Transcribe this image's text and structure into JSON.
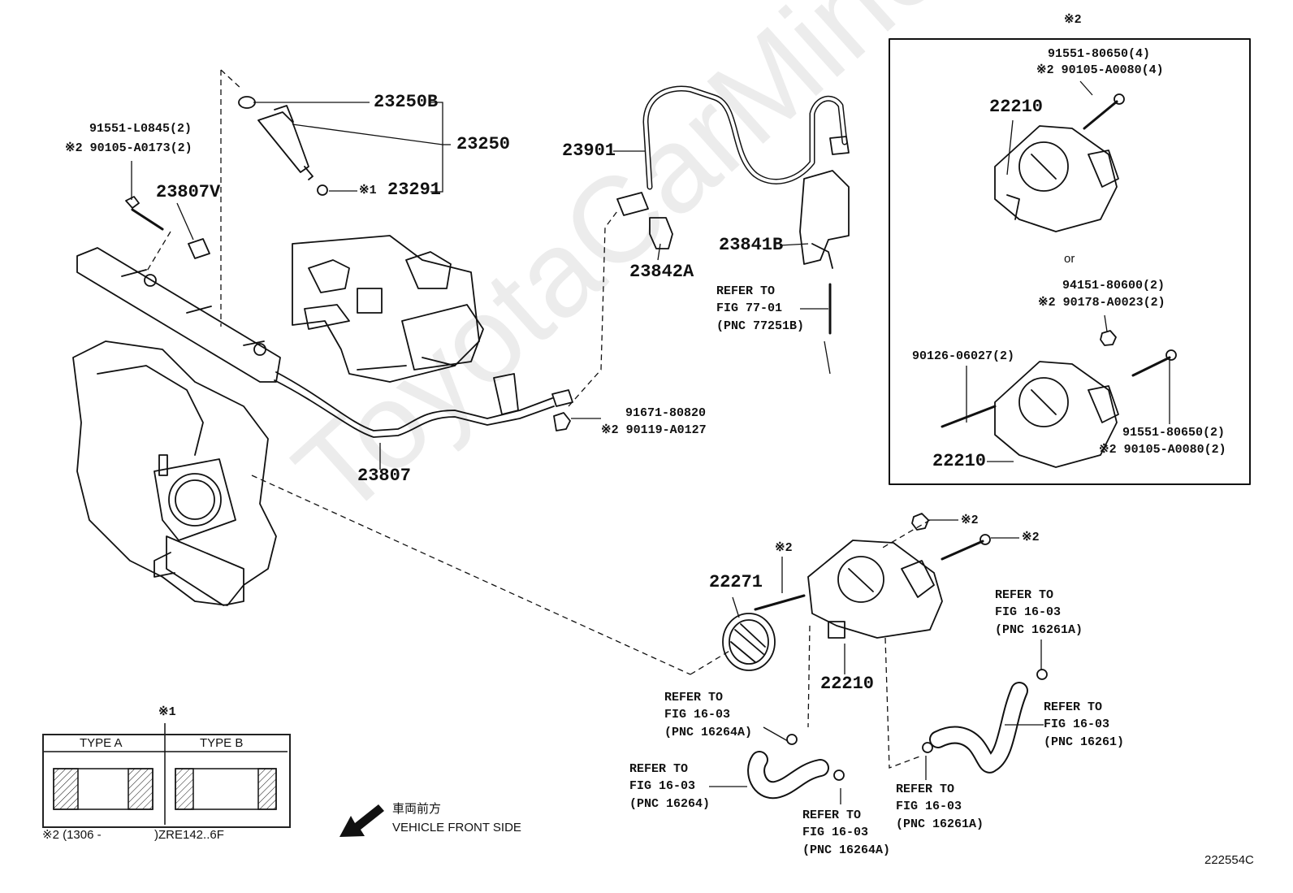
{
  "watermark": "ToyotaCarMine.ru",
  "parts": {
    "p23250B": "23250B",
    "p23250": "23250",
    "p23291": "23291",
    "p23291_mark": "※1",
    "p23901": "23901",
    "p23842A": "23842A",
    "p23841B": "23841B",
    "p23807V": "23807V",
    "p23807": "23807",
    "p22271": "22271",
    "p22271_mark": "※2",
    "p22210_main": "22210",
    "p22210_box_top": "22210",
    "p22210_box_bottom": "22210",
    "bolt_top_a": "91551-L0845(2)",
    "bolt_top_b": "※2 90105-A0173(2)",
    "bolt_clip_a": "91671-80820",
    "bolt_clip_b": "※2 90119-A0127",
    "nut_mark": "※2",
    "bolt_mark": "※2"
  },
  "box": {
    "top_mark": "※2",
    "upper_a": "91551-80650(4)",
    "upper_b": "※2 90105-A0080(4)",
    "or_text": "or",
    "nut_a": "94151-80600(2)",
    "nut_b": "※2 90178-A0023(2)",
    "stud": "90126-06027(2)",
    "lower_a": "91551-80650(2)",
    "lower_b": "※2 90105-A0080(2)"
  },
  "refs": {
    "r77": [
      "REFER TO",
      "FIG 77-01",
      "(PNC 77251B)"
    ],
    "r16261A_top": [
      "REFER TO",
      "FIG 16-03",
      "(PNC 16261A)"
    ],
    "r16264A_top": [
      "REFER TO",
      "FIG 16-03",
      "(PNC 16264A)"
    ],
    "r16261": [
      "REFER TO",
      "FIG 16-03",
      "(PNC 16261)"
    ],
    "r16264": [
      "REFER TO",
      "FIG 16-03",
      "(PNC 16264)"
    ],
    "r16264A_bot": [
      "REFER TO",
      "FIG 16-03",
      "(PNC 16264A)"
    ],
    "r16261A_bot": [
      "REFER TO",
      "FIG 16-03",
      "(PNC 16261A)"
    ]
  },
  "legend": {
    "mark": "※1",
    "type_a": "TYPE A",
    "type_b": "TYPE B",
    "note_a": "※2 (1306 -",
    "note_b": ")ZRE142..6F"
  },
  "direction": {
    "jp": "車両前方",
    "en": "VEHICLE FRONT SIDE"
  },
  "figure_code": "222554C"
}
